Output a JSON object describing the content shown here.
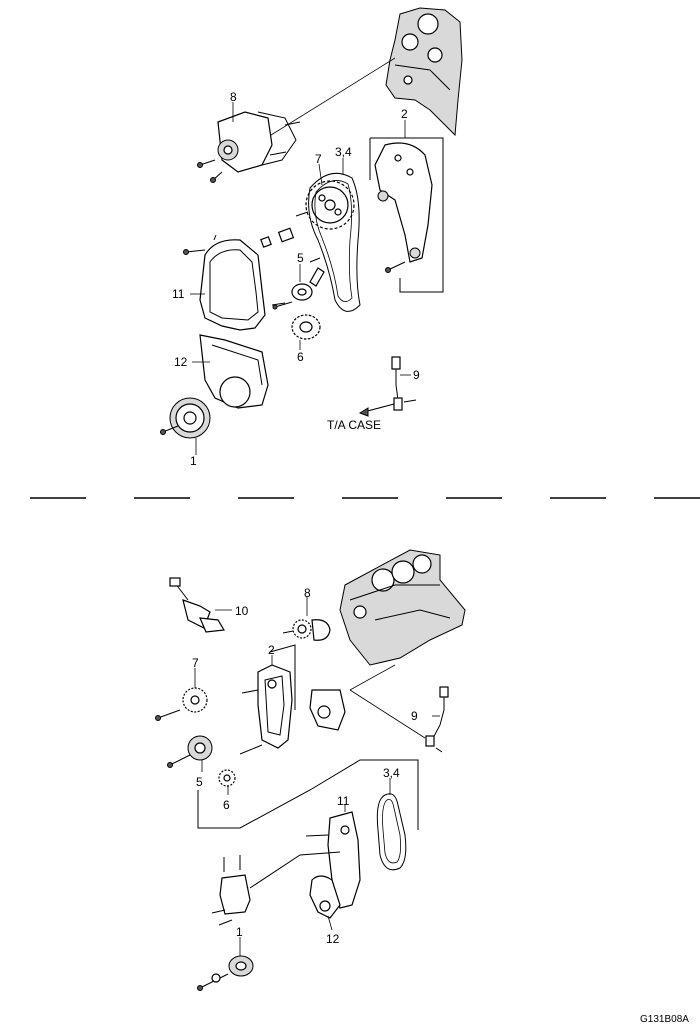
{
  "top_diagram": {
    "labels": {
      "l1": "1",
      "l2": "2",
      "l34": "3,4",
      "l5": "5",
      "l6": "6",
      "l7": "7",
      "l8": "8",
      "l9": "9",
      "l11": "11",
      "l12": "12",
      "ta_case": "T/A CASE"
    }
  },
  "bottom_diagram": {
    "labels": {
      "l1": "1",
      "l2": "2",
      "l34": "3,4",
      "l5": "5",
      "l6": "6",
      "l7": "7",
      "l8": "8",
      "l9": "9",
      "l10": "10",
      "l11": "11",
      "l12": "12"
    }
  },
  "figure_code": "G131B08A"
}
